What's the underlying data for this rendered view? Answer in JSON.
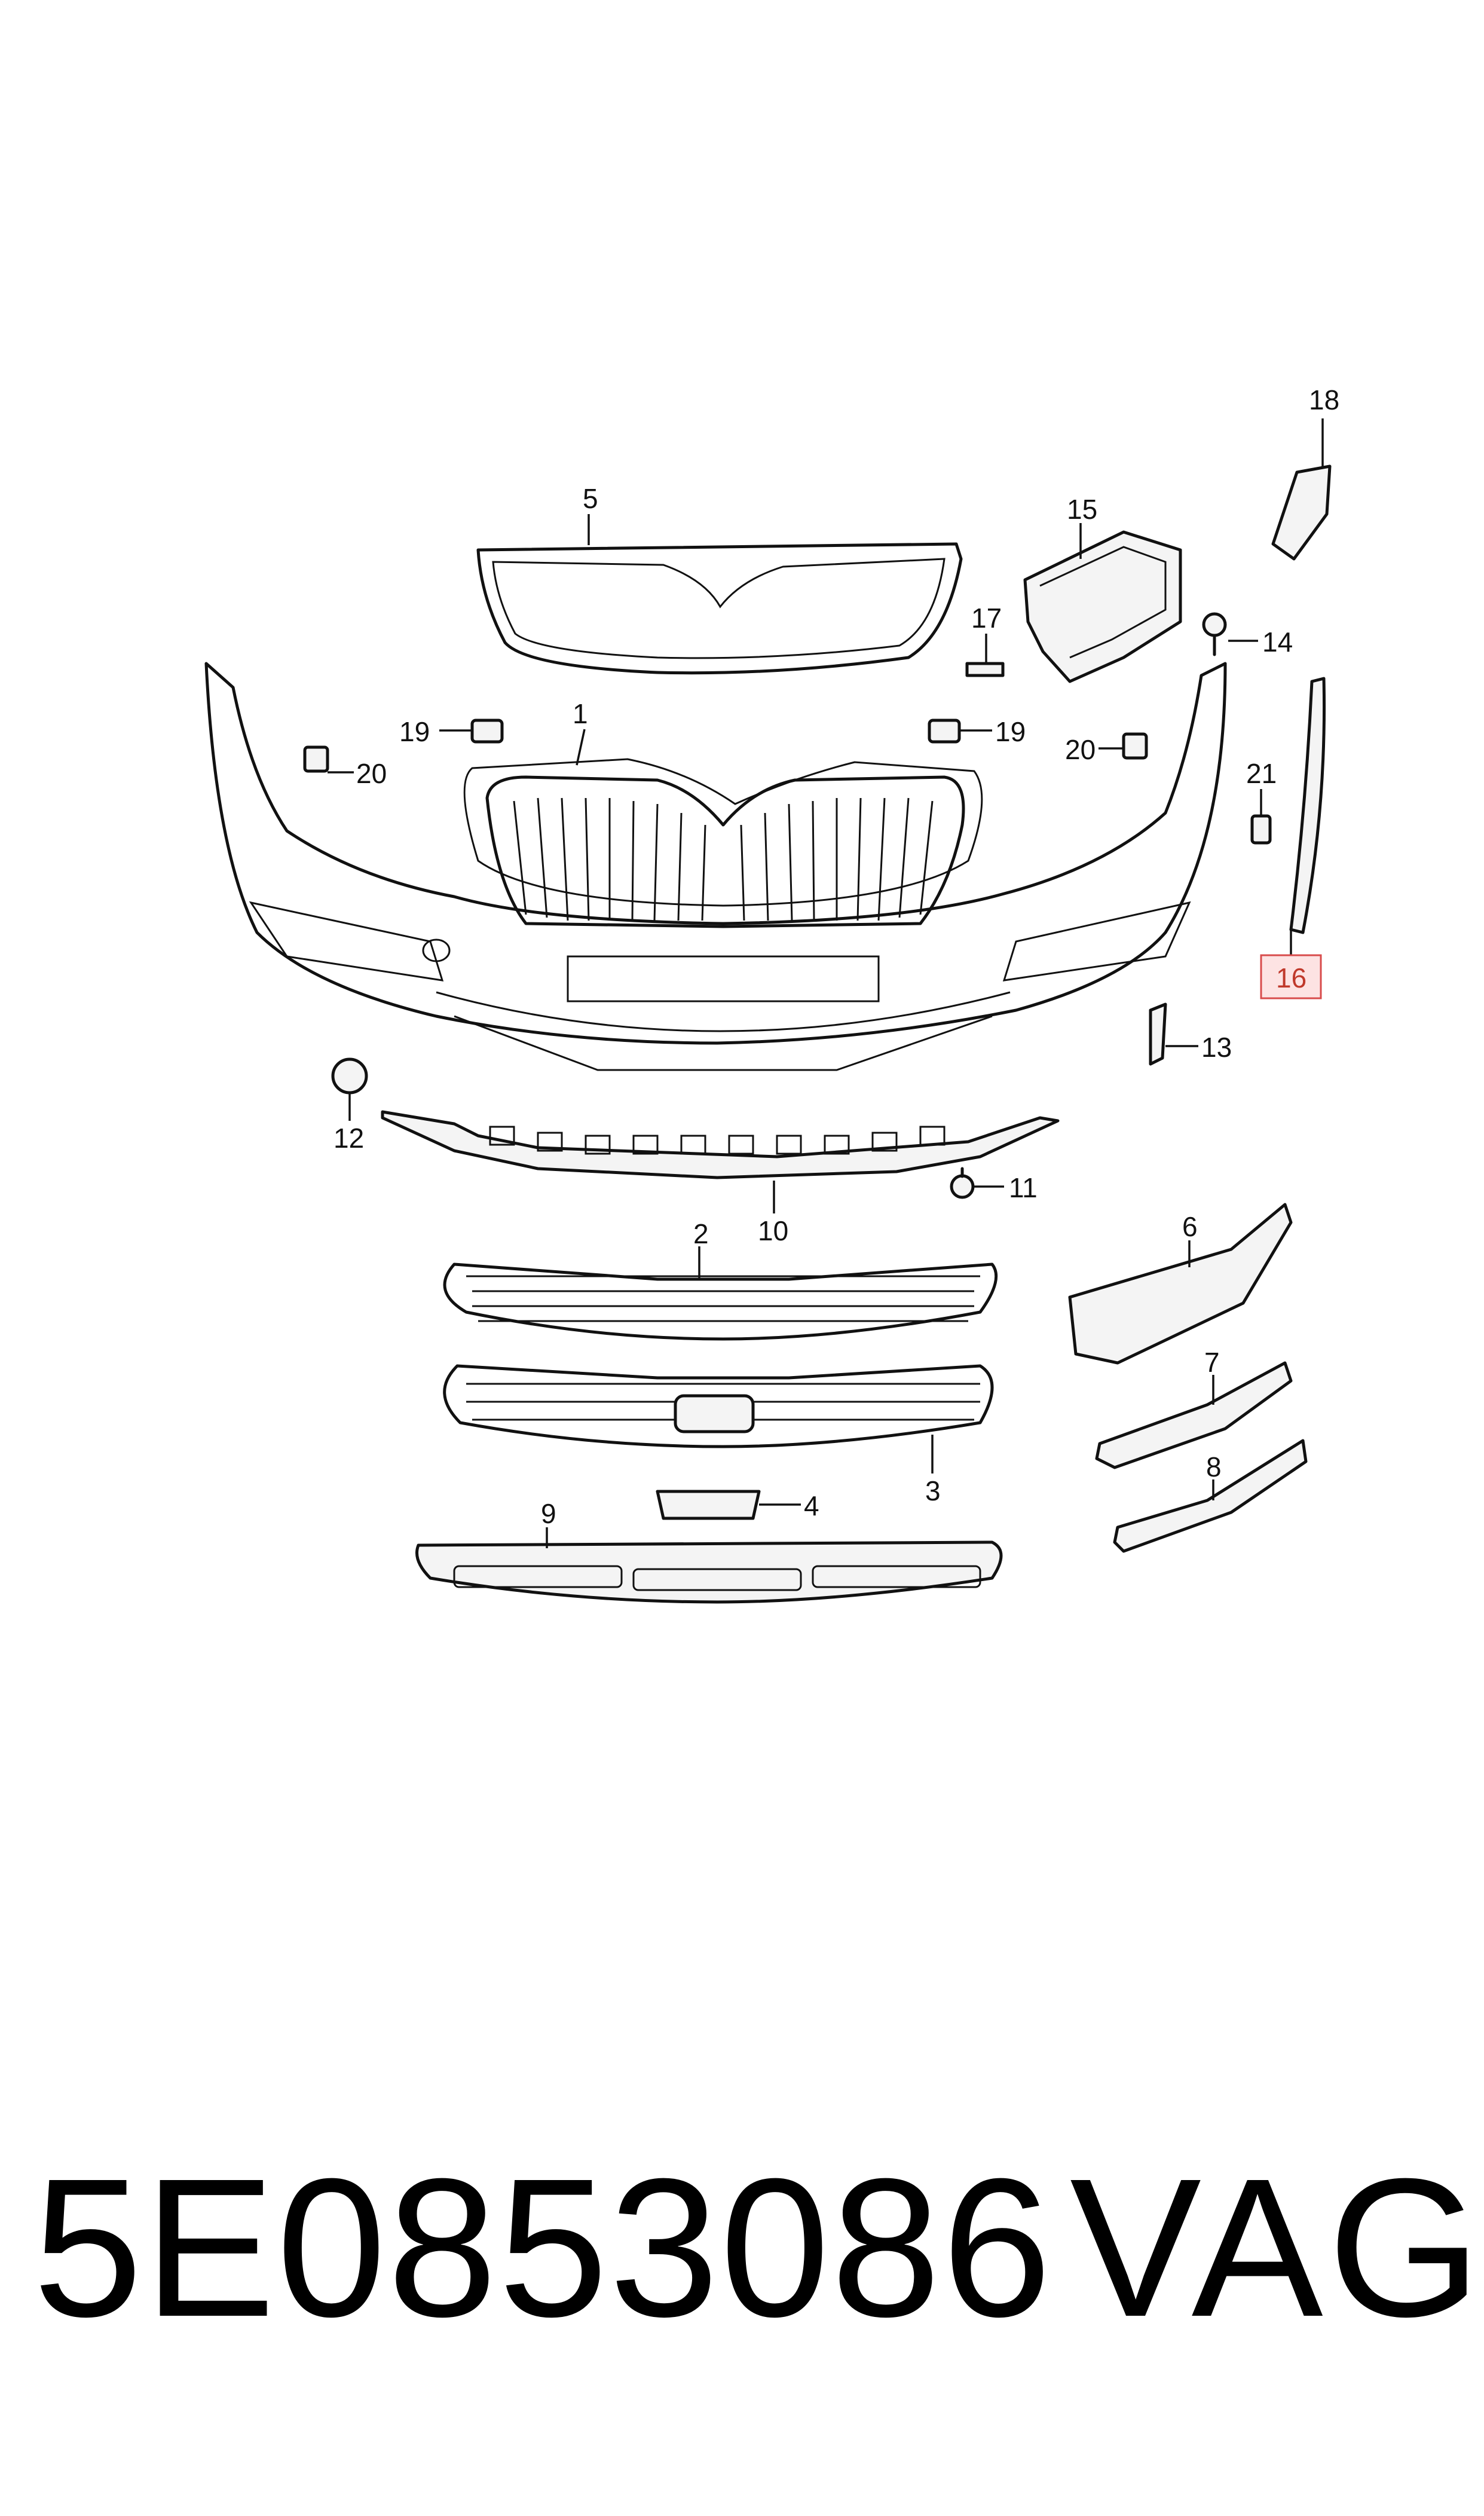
{
  "diagram": {
    "callouts": {
      "c1": "1",
      "c2": "2",
      "c3": "3",
      "c4": "4",
      "c5": "5",
      "c6": "6",
      "c7": "7",
      "c8": "8",
      "c9": "9",
      "c10": "10",
      "c11": "11",
      "c12": "12",
      "c13": "13",
      "c14": "14",
      "c15": "15",
      "c16": "16",
      "c17": "17",
      "c18": "18",
      "c19a": "19",
      "c19b": "19",
      "c20a": "20",
      "c20b": "20",
      "c21": "21"
    },
    "highlighted_callout": "16",
    "highlight_color": "#d84b4b"
  },
  "footer": {
    "part_number": "5E0853086",
    "brand": "VAG"
  }
}
